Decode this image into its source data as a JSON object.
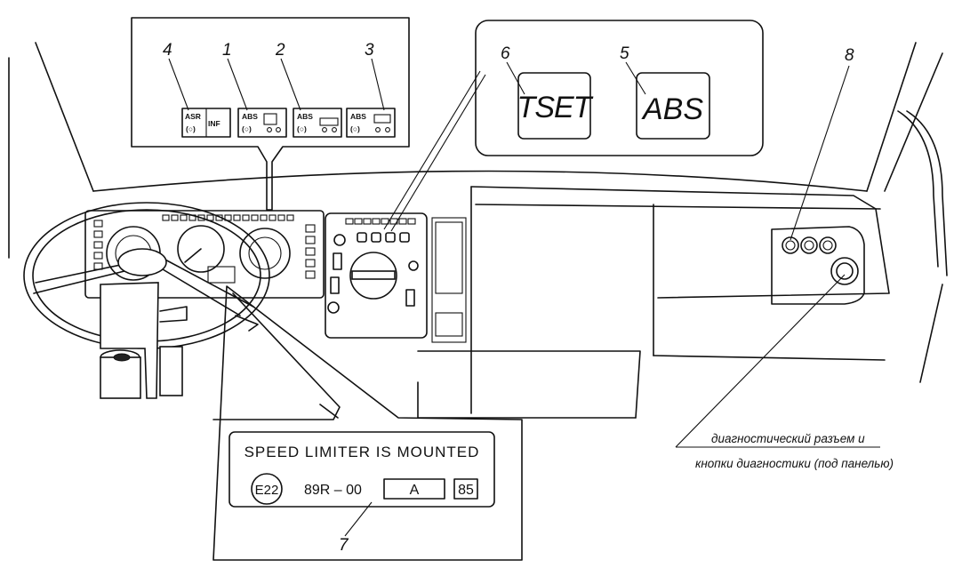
{
  "callouts": {
    "c1": "1",
    "c2": "2",
    "c3": "3",
    "c4": "4",
    "c5": "5",
    "c6": "6",
    "c7": "7",
    "c8": "8"
  },
  "indicators": {
    "asr": "ASR",
    "inf": "INF",
    "abs": "ABS",
    "tset": "TSET"
  },
  "plate": {
    "line1": "SPEED LIMITER IS MOUNTED",
    "emark": "E22",
    "regulation": "89R – 00",
    "approval": "A",
    "speed": "85"
  },
  "diagnostic": {
    "line1": "диагностический разъем и",
    "line2": "кнопки диагностики (под панелью)"
  },
  "colors": {
    "ink": "#111111",
    "paper": "#ffffff"
  }
}
